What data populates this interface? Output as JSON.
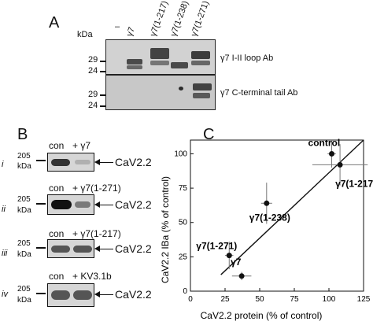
{
  "panel_a": {
    "letter": "A",
    "kda_label": "kDa",
    "markers_top": [
      "29",
      "24"
    ],
    "markers_bottom": [
      "29",
      "24"
    ],
    "lane_labels": [
      "–",
      "γ7",
      "γ7(1-217)",
      "γ7(1-238)",
      "γ7(1-271)"
    ],
    "antibody_top": "γ7 I-II loop Ab",
    "antibody_bottom": "γ7 C-terminal tail Ab"
  },
  "panel_b": {
    "letter": "B",
    "blots": [
      {
        "roman": "i",
        "marker": "205",
        "kda": "kDa",
        "left_label": "con",
        "right_label": "+ γ7",
        "target": "CaV2.2"
      },
      {
        "roman": "ii",
        "marker": "205",
        "kda": "kDa",
        "left_label": "con",
        "right_label": "+ γ7(1-271)",
        "target": "CaV2.2"
      },
      {
        "roman": "iii",
        "marker": "205",
        "kda": "kDa",
        "left_label": "con",
        "right_label": "+ γ7(1-217)",
        "target": "CaV2.2"
      },
      {
        "roman": "iv",
        "marker": "205",
        "kda": "kDa",
        "left_label": "con",
        "right_label": "+ KV3.1b",
        "target": "CaV2.2"
      }
    ]
  },
  "panel_c": {
    "letter": "C"
  },
  "chart_data": {
    "type": "scatter",
    "xlabel": "CaV2.2 protein (% of control)",
    "ylabel": "CaV2.2 IBa (% of control)",
    "xlim": [
      0,
      125
    ],
    "ylim": [
      0,
      110
    ],
    "xticks": [
      0,
      25,
      50,
      75,
      100,
      125
    ],
    "yticks": [
      0,
      25,
      50,
      75,
      100
    ],
    "points": [
      {
        "label": "control",
        "x": 102,
        "y": 100,
        "xerr": 3,
        "yerr": 10
      },
      {
        "label": "γ7(1-217)",
        "x": 108,
        "y": 92,
        "xerr": 20,
        "yerr": 15
      },
      {
        "label": "γ7(1-238)",
        "x": 55,
        "y": 64,
        "xerr": 4,
        "yerr": 15
      },
      {
        "label": "γ7(1-271)",
        "x": 28,
        "y": 26,
        "xerr": 3,
        "yerr": 10
      },
      {
        "label": "γ7",
        "x": 37,
        "y": 11,
        "xerr": 7,
        "yerr": 3
      }
    ],
    "fit_line": {
      "x": [
        22,
        125
      ],
      "y": [
        12,
        120
      ]
    }
  }
}
